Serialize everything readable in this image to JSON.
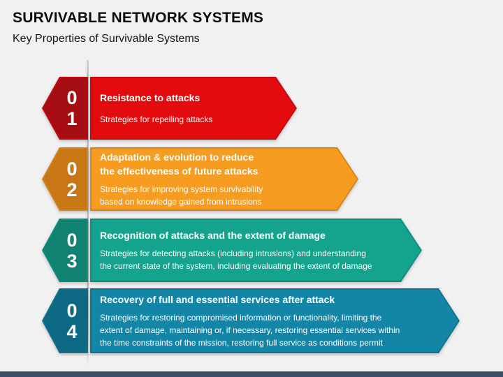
{
  "slide": {
    "title": "SURVIVABLE NETWORK SYSTEMS",
    "subtitle": "Key Properties of Survivable Systems",
    "background_color": "#F1F1F1",
    "footer_bar_color": "#3E4D63",
    "divider_line_color": "#C2C2C2"
  },
  "items": [
    {
      "num": "0\n1",
      "title": "Resistance to attacks",
      "desc": "Strategies for repelling attacks",
      "colors": {
        "body": "#E30B0E",
        "num": "#A60D12",
        "edge": "#C20B10"
      }
    },
    {
      "num": "0\n2",
      "title": "Adaptation & evolution to reduce\nthe effectiveness of future attacks",
      "desc": "Strategies for improving system survivability\nbased on knowledge gained from intrusions",
      "colors": {
        "body": "#F59C21",
        "num": "#C87714",
        "edge": "#D8821A"
      }
    },
    {
      "num": "0\n3",
      "title": "Recognition of attacks and the extent of damage",
      "desc": "Strategies for detecting attacks (including intrusions) and understanding\nthe current state of the system, including evaluating the extent of damage",
      "colors": {
        "body": "#14A38C",
        "num": "#0F8271",
        "edge": "#0F8E7B"
      }
    },
    {
      "num": "0\n4",
      "title": "Recovery of full and essential services after attack",
      "desc": "Strategies for restoring compromised information or functionality, limiting the\nextent of damage, maintaining or, if necessary, restoring essential services within\nthe time constraints of the mission, restoring full service as conditions permit",
      "colors": {
        "body": "#1386A8",
        "num": "#0D6883",
        "edge": "#0F7390"
      }
    }
  ]
}
